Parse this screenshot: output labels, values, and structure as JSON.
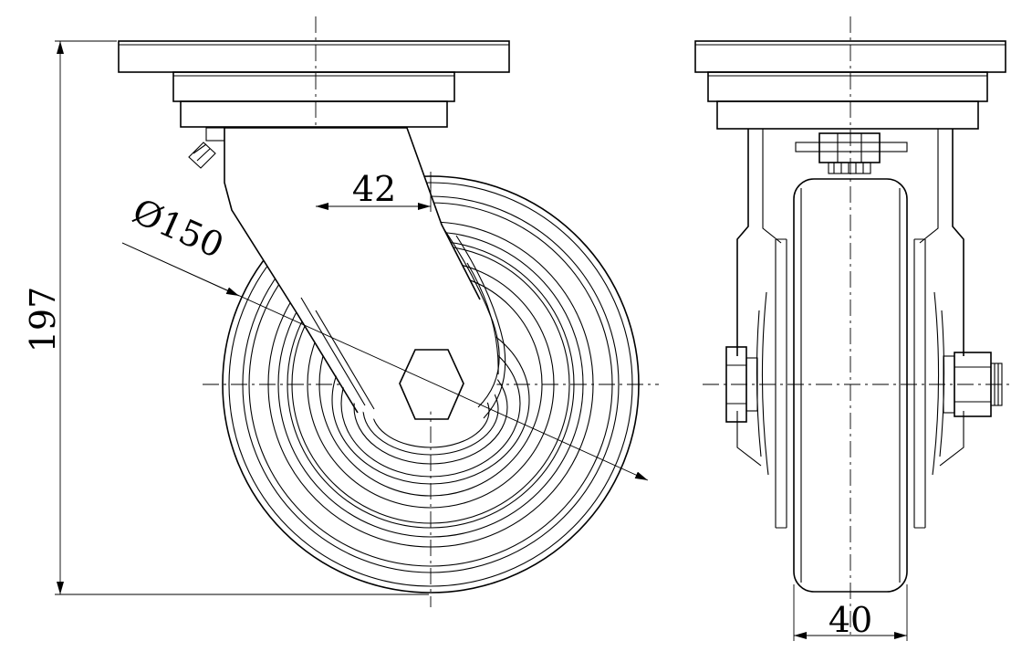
{
  "dimensions": {
    "height": "197",
    "offset": "42",
    "diameter": "Ø150",
    "width": "40"
  }
}
